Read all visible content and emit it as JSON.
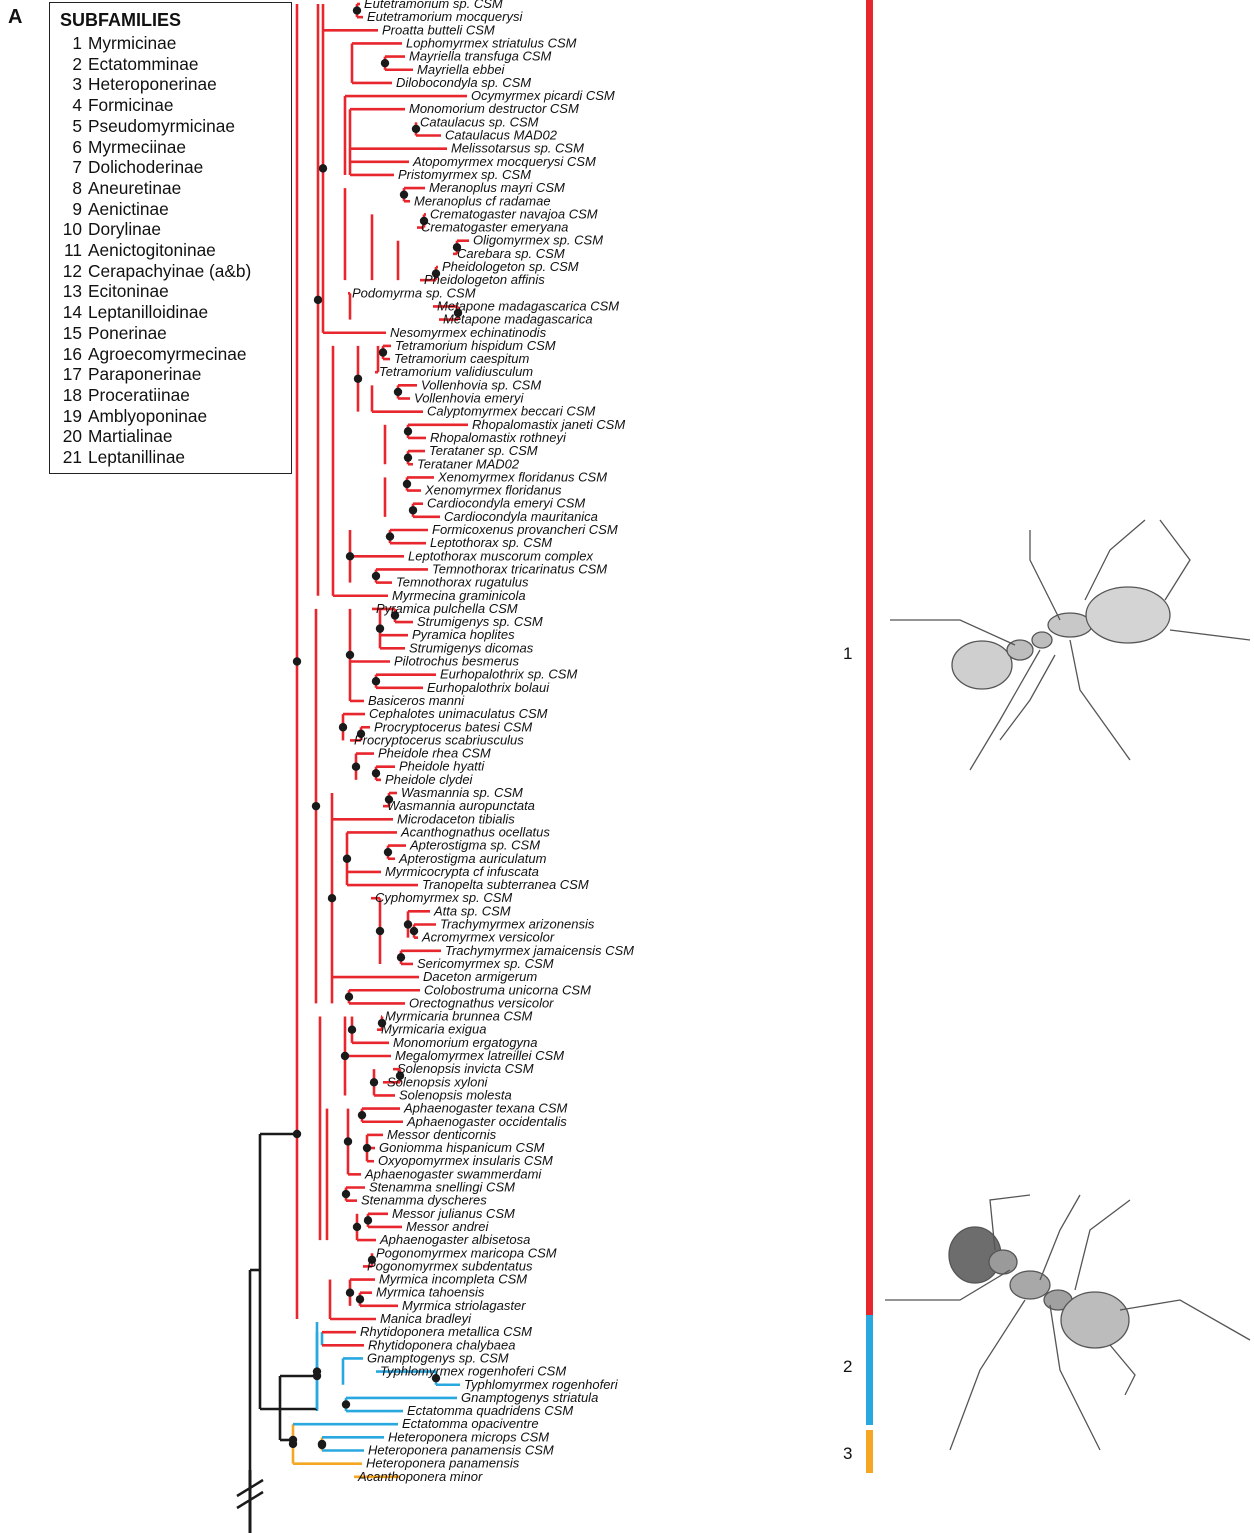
{
  "panel_letter": "A",
  "legend": {
    "title": "SUBFAMILIES",
    "items": [
      {
        "num": "1",
        "name": "Myrmicinae"
      },
      {
        "num": "2",
        "name": "Ectatomminae"
      },
      {
        "num": "3",
        "name": "Heteroponerinae"
      },
      {
        "num": "4",
        "name": "Formicinae"
      },
      {
        "num": "5",
        "name": "Pseudomyrmicinae"
      },
      {
        "num": "6",
        "name": "Myrmeciinae"
      },
      {
        "num": "7",
        "name": "Dolichoderinae"
      },
      {
        "num": "8",
        "name": "Aneuretinae"
      },
      {
        "num": "9",
        "name": "Aenictinae"
      },
      {
        "num": "10",
        "name": "Dorylinae"
      },
      {
        "num": "11",
        "name": "Aenictogitoninae"
      },
      {
        "num": "12",
        "name": "Cerapachyinae (a&b)"
      },
      {
        "num": "13",
        "name": "Ecitoninae"
      },
      {
        "num": "14",
        "name": "Leptanilloidinae"
      },
      {
        "num": "15",
        "name": "Ponerinae"
      },
      {
        "num": "16",
        "name": "Agroecomyrmecinae"
      },
      {
        "num": "17",
        "name": "Paraponerinae"
      },
      {
        "num": "18",
        "name": "Proceratiinae"
      },
      {
        "num": "19",
        "name": "Amblyoponinae"
      },
      {
        "num": "20",
        "name": "Martialinae"
      },
      {
        "num": "21",
        "name": "Leptanillinae"
      }
    ]
  },
  "colors": {
    "myrmicinae": "#e8262d",
    "ectatomminae": "#29a8e0",
    "heteroponerinae": "#f5a623",
    "backbone": "#1a1a1a"
  },
  "subfamily_bars": [
    {
      "label": "1",
      "color": "#e8262d"
    },
    {
      "label": "2",
      "color": "#29a8e0"
    },
    {
      "label": "3",
      "color": "#f5a623"
    }
  ],
  "taxa": [
    "Eutetramorium sp.  CSM",
    "Eutetramorium mocquerysi",
    "Proatta butteli  CSM",
    "Lophomyrmex striatulus  CSM",
    "Mayriella transfuga  CSM",
    "Mayriella ebbei",
    "Dilobocondyla sp.  CSM",
    "Ocymyrmex picardi  CSM",
    "Monomorium destructor  CSM",
    "Cataulacus sp.  CSM",
    "Cataulacus MAD02",
    "Melissotarsus sp.  CSM",
    "Atopomyrmex mocquerysi  CSM",
    "Pristomyrmex sp.  CSM",
    "Meranoplus mayri  CSM",
    "Meranoplus cf radamae",
    "Crematogaster navajoa  CSM",
    "Crematogaster emeryana",
    "Oligomyrmex sp.  CSM",
    "Carebara sp.  CSM",
    "Pheidologeton sp.  CSM",
    "Pheidologeton affinis",
    "Podomyrma sp.  CSM",
    "Metapone madagascarica  CSM",
    "Metapone madagascarica",
    "Nesomyrmex echinatinodis",
    "Tetramorium hispidum  CSM",
    "Tetramorium caespitum",
    "Tetramorium validiusculum",
    "Vollenhovia sp.  CSM",
    "Vollenhovia emeryi",
    "Calyptomyrmex beccari  CSM",
    "Rhopalomastix janeti  CSM",
    "Rhopalomastix rothneyi",
    "Terataner sp.  CSM",
    "Terataner MAD02",
    "Xenomyrmex floridanus  CSM",
    "Xenomyrmex floridanus",
    "Cardiocondyla emeryi  CSM",
    "Cardiocondyla mauritanica",
    "Formicoxenus provancheri  CSM",
    "Leptothorax sp.  CSM",
    "Leptothorax muscorum complex",
    "Temnothorax tricarinatus  CSM",
    "Temnothorax rugatulus",
    "Myrmecina graminicola",
    "Pyramica pulchella  CSM",
    "Strumigenys sp.  CSM",
    "Pyramica hoplites",
    "Strumigenys dicomas",
    "Pilotrochus besmerus",
    "Eurhopalothrix sp.  CSM",
    "Eurhopalothrix bolaui",
    "Basiceros manni",
    "Cephalotes unimaculatus  CSM",
    "Procryptocerus batesi  CSM",
    "Procryptocerus scabriusculus",
    "Pheidole rhea  CSM",
    "Pheidole hyatti",
    "Pheidole clydei",
    "Wasmannia sp.  CSM",
    "Wasmannia auropunctata",
    "Microdaceton tibialis",
    "Acanthognathus ocellatus",
    "Apterostigma sp.  CSM",
    "Apterostigma auriculatum",
    "Myrmicocrypta cf infuscata",
    "Tranopelta subterranea  CSM",
    "Cyphomyrmex sp.  CSM",
    "Atta sp.  CSM",
    "Trachymyrmex arizonensis",
    "Acromyrmex versicolor",
    "Trachymyrmex jamaicensis  CSM",
    "Sericomyrmex sp.  CSM",
    "Daceton armigerum",
    "Colobostruma unicorna  CSM",
    "Orectognathus versicolor",
    "Myrmicaria brunnea  CSM",
    "Myrmicaria exigua",
    "Monomorium ergatogyna",
    "Megalomyrmex latreillei  CSM",
    "Solenopsis invicta  CSM",
    "Solenopsis xyloni",
    "Solenopsis molesta",
    "Aphaenogaster texana  CSM",
    "Aphaenogaster occidentalis",
    "Messor denticornis",
    "Goniomma hispanicum  CSM",
    "Oxyopomyrmex insularis  CSM",
    "Aphaenogaster swammerdami",
    "Stenamma snellingi  CSM",
    "Stenamma dyscheres",
    "Messor julianus  CSM",
    "Messor andrei",
    "Aphaenogaster albisetosa",
    "Pogonomyrmex maricopa  CSM",
    "Pogonomyrmex subdentatus",
    "Myrmica incompleta  CSM",
    "Myrmica tahoensis",
    "Myrmica striolagaster",
    "Manica bradleyi",
    "Rhytidoponera metallica  CSM",
    "Rhytidoponera chalybaea",
    "Gnamptogenys sp.  CSM",
    "Typhlomyrmex rogenhoferi  CSM",
    "Typhlomyrmex rogenhoferi",
    "Gnamptogenys striatula",
    "Ectatomma quadridens  CSM",
    "Ectatomma opaciventre",
    "Heteroponera microps  CSM",
    "Heteroponera panamensis  CSM",
    "Heteroponera panamensis",
    "Acanthoponera minor"
  ]
}
